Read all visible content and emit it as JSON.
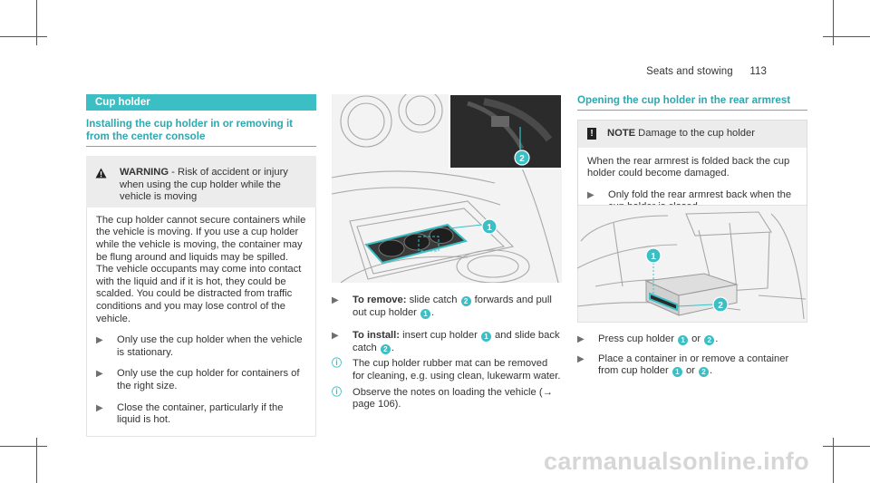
{
  "header": {
    "section": "Seats and stowing",
    "page_number": "113"
  },
  "left": {
    "title": "Cup holder",
    "subtitle": "Installing the cup holder in or removing it from the center console",
    "warning": {
      "label": "WARNING",
      "text": " - Risk of accident or injury when using the cup holder while the vehicle is moving",
      "body": "The cup holder cannot secure containers while the vehicle is moving. If you use a cup holder while the vehicle is moving, the container may be flung around and liquids may be spilled. The vehicle occupants may come into contact with the liquid and if it is hot, they could be scalded. You could be distracted from traffic conditions and you may lose control of the vehicle.",
      "bullets": [
        "Only use the cup holder when the vehicle is stationary.",
        "Only use the cup holder for containers of the right size.",
        "Close the container, particularly if the liquid is hot."
      ]
    }
  },
  "middle": {
    "figure_callouts": [
      "1",
      "2"
    ],
    "remove": {
      "label": "To remove:",
      "pre": " slide catch ",
      "c1": "2",
      "mid": " forwards and pull out cup holder ",
      "c2": "1",
      "post": "."
    },
    "install": {
      "label": "To install:",
      "pre": " insert cup holder ",
      "c1": "1",
      "mid": " and slide back catch ",
      "c2": "2",
      "post": "."
    },
    "info1": "The cup holder rubber mat can be removed for cleaning, e.g. using clean, lukewarm water.",
    "info2": "Observe the notes on loading the vehicle (→ page 106)."
  },
  "right": {
    "title": "Opening the cup holder in the rear armrest",
    "note": {
      "label": "NOTE",
      "text": " Damage to the cup holder",
      "body": "When the rear armrest is folded back the cup holder could become damaged.",
      "bullet": "Only fold the rear armrest back when the cup holder is closed."
    },
    "figure_callouts": [
      "1",
      "2"
    ],
    "step1": {
      "pre": "Press cup holder ",
      "c1": "1",
      "mid": " or ",
      "c2": "2",
      "post": "."
    },
    "step2": {
      "pre": "Place a container in or remove a container from cup holder ",
      "c1": "1",
      "mid": " or ",
      "c2": "2",
      "post": "."
    }
  },
  "footer": {
    "watermark": "carmanualsonline.info"
  },
  "colors": {
    "accent": "#3bbfc4",
    "text": "#333333",
    "box": "#ececec"
  }
}
